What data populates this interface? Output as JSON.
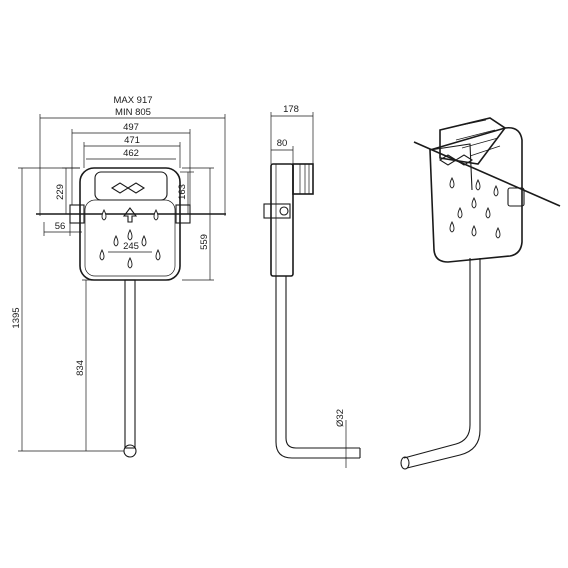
{
  "dimensions": {
    "max_width": "MAX 917",
    "min_width": "MIN 805",
    "width_497": "497",
    "width_471": "471",
    "width_462": "462",
    "height_229": "229",
    "offset_56": "56",
    "spacing_245": "245",
    "height_163": "163",
    "height_559": "559",
    "total_height": "1395",
    "pipe_height": "834",
    "depth_178": "178",
    "depth_80": "80",
    "pipe_diameter": "Ø32"
  },
  "colors": {
    "line": "#1a1a1a",
    "background": "#ffffff"
  }
}
